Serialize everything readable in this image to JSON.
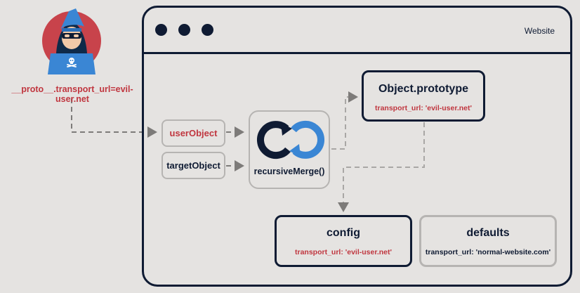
{
  "attacker": {
    "payload": "__proto__.transport_url=evil-user.net"
  },
  "browser": {
    "title": "Website"
  },
  "inputs": {
    "user_object": "userObject",
    "target_object": "targetObject"
  },
  "merge": {
    "label": "recursiveMerge()"
  },
  "prototype": {
    "title": "Object.prototype",
    "value": "transport_url: 'evil-user.net'"
  },
  "config": {
    "title": "config",
    "value": "transport_url: 'evil-user.net'"
  },
  "defaults": {
    "title": "defaults",
    "value": "transport_url: 'normal-website.com'"
  },
  "colors": {
    "navy": "#0f1b33",
    "red": "#c0363f",
    "blue": "#3a86d4",
    "gray": "#8d8b89",
    "background": "#e5e3e1"
  },
  "icons": [
    "hacker-avatar-icon",
    "skull-icon",
    "refresh-cycle-icon"
  ]
}
